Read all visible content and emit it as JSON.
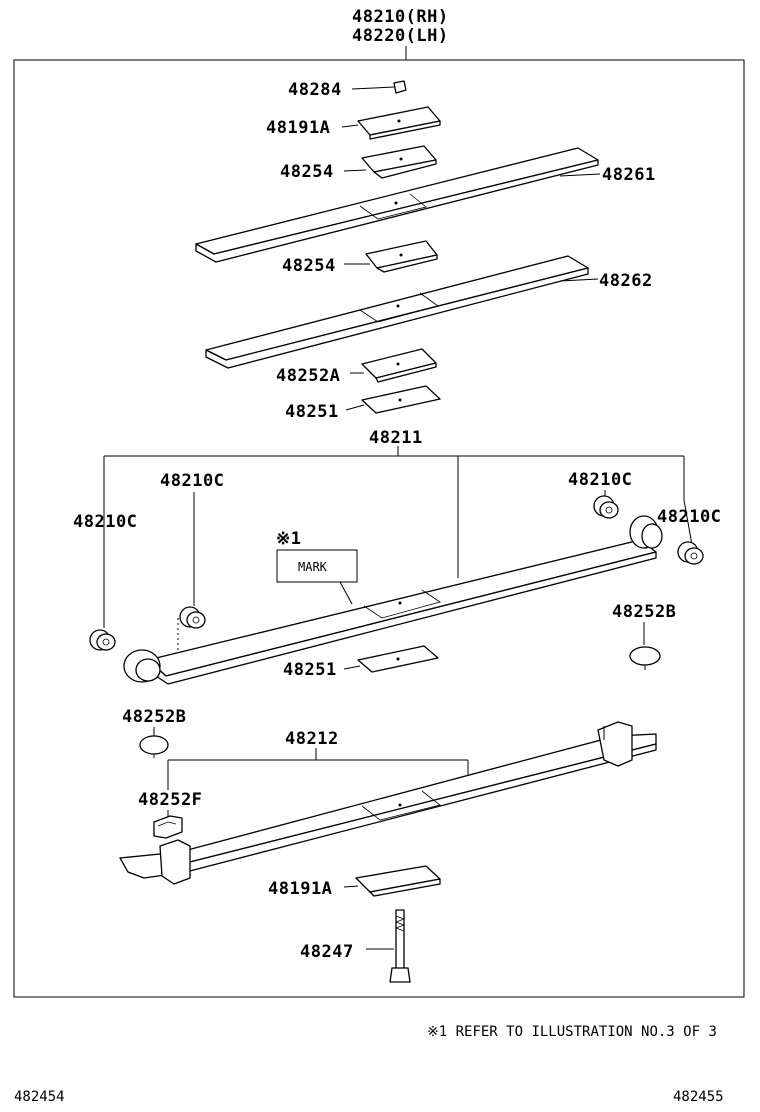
{
  "header": {
    "rh": "48210(RH)",
    "lh": "48220(LH)"
  },
  "labels": {
    "p48284": "48284",
    "p48191a_top": "48191A",
    "p48254_top": "48254",
    "p48261": "48261",
    "p48254_mid": "48254",
    "p48262": "48262",
    "p48252a": "48252A",
    "p48251_top": "48251",
    "p48211": "48211",
    "p48210c_ll": "48210C",
    "p48210c_lm": "48210C",
    "p48210c_rm": "48210C",
    "p48210c_rr": "48210C",
    "ref_symbol": "※1",
    "mark_box": "MARK",
    "p48252b_right": "48252B",
    "p48251_bottom": "48251",
    "p48252b_left": "48252B",
    "p48212": "48212",
    "p48252f": "48252F",
    "p48191a_bottom": "48191A",
    "p48247": "48247"
  },
  "footnote": "※1  REFER TO ILLUSTRATION NO.3 OF 3",
  "codes": {
    "left": "482454",
    "right": "482455"
  }
}
